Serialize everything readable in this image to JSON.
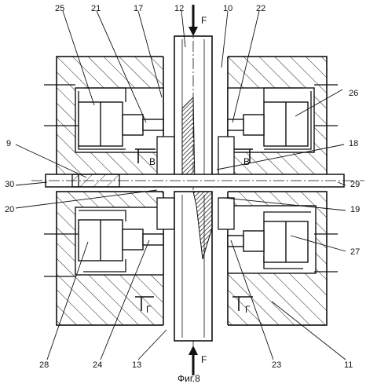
{
  "figure": {
    "caption": "Фиг.8",
    "force_label": "F",
    "section_labels": [
      "В",
      "В",
      "Г",
      "Г"
    ],
    "part_numbers": {
      "n25": "25",
      "n21": "21",
      "n17": "17",
      "n12": "12",
      "n10": "10",
      "n22": "22",
      "n26": "26",
      "n9": "9",
      "n18": "18",
      "n30": "30",
      "n29": "29",
      "n20": "20",
      "n19": "19",
      "n27": "27",
      "n28": "28",
      "n24": "24",
      "n13": "13",
      "n23": "23",
      "n11": "11"
    }
  }
}
